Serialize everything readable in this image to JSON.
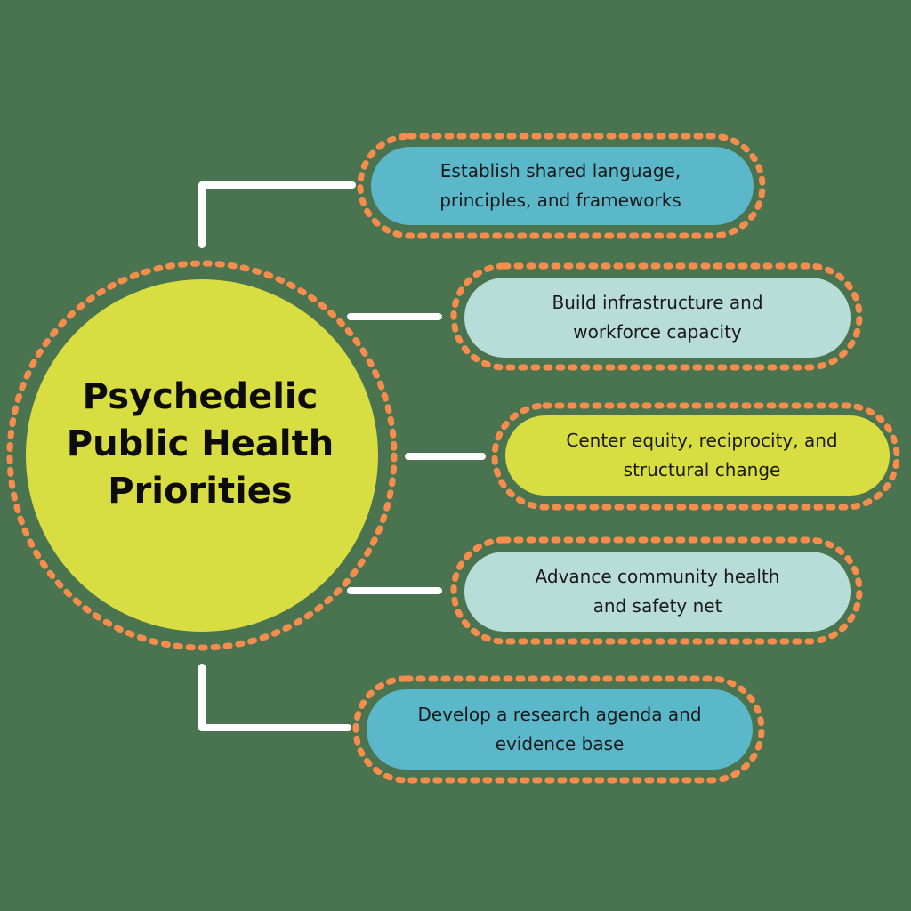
{
  "colors": {
    "background": "#4a7350",
    "center_fill": "#d8dd42",
    "dot_border": "#f68d4d",
    "connector": "#ffffff",
    "blue_pill": "#5bb8cb",
    "pale_pill": "#b8dcd8",
    "yellow_pill": "#d8dd42"
  },
  "center": {
    "title_line1": "Psychedelic",
    "title_line2": "Public Health",
    "title_line3": "Priorities"
  },
  "priorities": [
    {
      "line1": "Establish shared language,",
      "line2": "principles, and frameworks"
    },
    {
      "line1": "Build infrastructure and",
      "line2": "workforce capacity"
    },
    {
      "line1": "Center equity, reciprocity, and",
      "line2": "structural change"
    },
    {
      "line1": "Advance community health",
      "line2": "and safety net"
    },
    {
      "line1": "Develop a research agenda and",
      "line2": "evidence base"
    }
  ]
}
